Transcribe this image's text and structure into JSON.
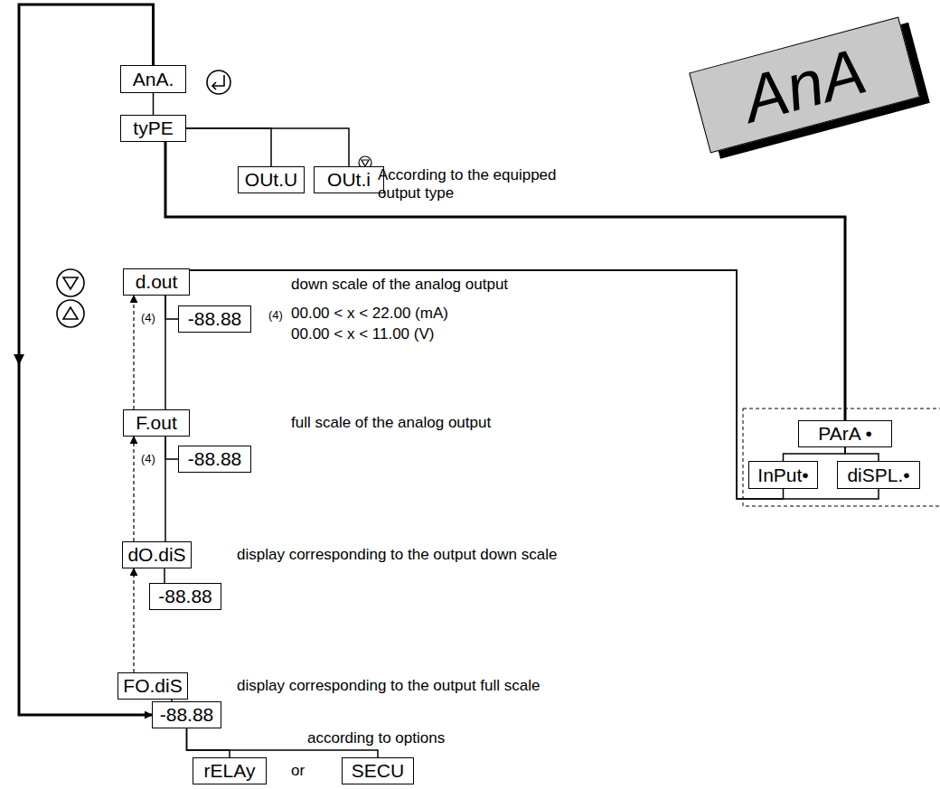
{
  "diagram": {
    "nodes": [
      {
        "text": [
          "AnA."
        ]
      },
      {
        "text": [
          "tyPE"
        ]
      },
      {
        "text": [
          "OUt.U"
        ]
      },
      {
        "text": [
          "OUt.i"
        ]
      },
      {
        "text": [
          "d.out"
        ]
      },
      {
        "text": [
          "-88.88"
        ]
      },
      {
        "text": [
          "F.out"
        ]
      },
      {
        "text": [
          "-88.88"
        ]
      },
      {
        "text": [
          "dO.diS"
        ]
      },
      {
        "text": [
          "-88.88"
        ]
      },
      {
        "text": [
          "FO.diS"
        ]
      },
      {
        "text": [
          "-88.88"
        ]
      },
      {
        "text": [
          "rELAy"
        ]
      },
      {
        "text": [
          "SECU"
        ]
      },
      {
        "text": [
          "PArA •"
        ]
      },
      {
        "text": [
          "InPut•"
        ]
      },
      {
        "text": [
          "diSPL.•"
        ]
      },
      {
        "text": [
          "AnA"
        ]
      }
    ],
    "edges": [
      {
        "from": 0,
        "to": 11,
        "arrow": "to"
      },
      {
        "from": 0,
        "to": 1,
        "arrow": "none"
      },
      {
        "from": 1,
        "to": 2,
        "arrow": "none"
      },
      {
        "from": 1,
        "to": 3,
        "arrow": "none"
      },
      {
        "from": 1,
        "to": 14,
        "arrow": "none"
      },
      {
        "from": 14,
        "to": 15,
        "arrow": "none"
      },
      {
        "from": 14,
        "to": 16,
        "arrow": "none"
      },
      {
        "from": 15,
        "to": 4,
        "arrow": "none"
      },
      {
        "from": 16,
        "to": 4,
        "arrow": "none"
      },
      {
        "from": 4,
        "to": 5,
        "arrow": "none"
      },
      {
        "from": 4,
        "to": 6,
        "arrow": "none"
      },
      {
        "from": 6,
        "to": 7,
        "arrow": "none"
      },
      {
        "from": 6,
        "to": 8,
        "arrow": "none"
      },
      {
        "from": 8,
        "to": 9,
        "arrow": "none"
      },
      {
        "from": 10,
        "to": 11,
        "arrow": "none"
      },
      {
        "from": 11,
        "to": 12,
        "arrow": "none"
      },
      {
        "from": 11,
        "to": 13,
        "arrow": "none"
      },
      {
        "from": 6,
        "to": 4,
        "arrow": "to"
      },
      {
        "from": 8,
        "to": 6,
        "arrow": "to"
      },
      {
        "from": 10,
        "to": 8,
        "arrow": "to"
      }
    ],
    "labels": [
      "According to the equipped output type",
      "down scale of the analog output",
      "(4)",
      "(4)",
      "00.00 < x < 22.00 (mA)",
      "00.00 < x < 11.00 (V)",
      "full scale of the analog output",
      "(4)",
      "display corresponding to the output down scale",
      "display corresponding to the output full scale",
      "according to options",
      "or"
    ]
  }
}
